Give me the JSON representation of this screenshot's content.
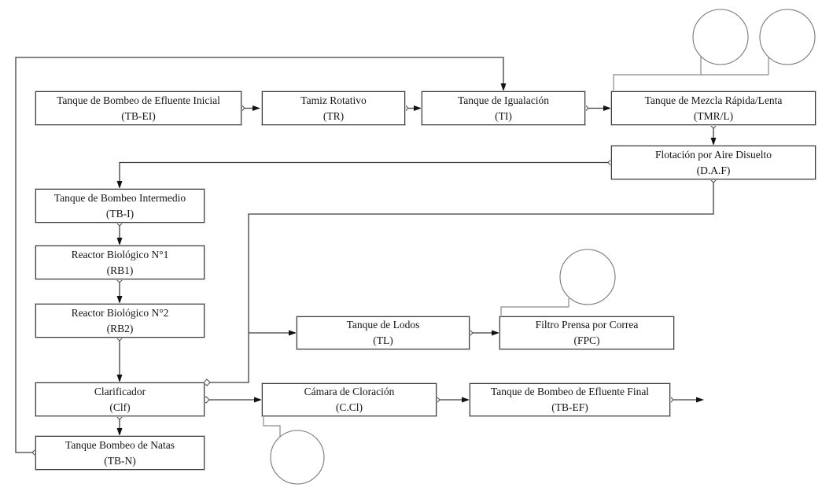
{
  "diagram": {
    "kind": "wastewater-treatment-process-flow-diagram",
    "language": "es",
    "nodes": [
      {
        "id": "TB-EI",
        "label": "Tanque de Bombeo de Efluente Inicial",
        "abbr": "(TB-EI)"
      },
      {
        "id": "TR",
        "label": "Tamiz Rotativo",
        "abbr": "(TR)"
      },
      {
        "id": "TI",
        "label": "Tanque de Igualación",
        "abbr": "(TI)"
      },
      {
        "id": "TMR/L",
        "label": "Tanque de Mezcla Rápida/Lenta",
        "abbr": "(TMR/L)"
      },
      {
        "id": "D.A.F",
        "label": "Flotación por Aire Disuelto",
        "abbr": "(D.A.F)"
      },
      {
        "id": "TB-I",
        "label": "Tanque de Bombeo Intermedio",
        "abbr": "(TB-I)"
      },
      {
        "id": "RB1",
        "label": "Reactor Biológico N°1",
        "abbr": "(RB1)"
      },
      {
        "id": "RB2",
        "label": "Reactor Biológico N°2",
        "abbr": "(RB2)"
      },
      {
        "id": "Clf",
        "label": "Clarificador",
        "abbr": "(Clf)"
      },
      {
        "id": "TB-N",
        "label": "Tanque Bombeo de Natas",
        "abbr": "(TB-N)"
      },
      {
        "id": "TL",
        "label": "Tanque de Lodos",
        "abbr": "(TL)"
      },
      {
        "id": "FPC",
        "label": "Filtro Prensa por Correa",
        "abbr": "(FPC)"
      },
      {
        "id": "C.Cl",
        "label": "Cámara de Cloración",
        "abbr": "(C.Cl)"
      },
      {
        "id": "TB-EF",
        "label": "Tanque de Bombeo de Efluente Final",
        "abbr": "(TB-EF)"
      }
    ],
    "edges": [
      {
        "from": "TB-EI",
        "to": "TR"
      },
      {
        "from": "TR",
        "to": "TI"
      },
      {
        "from": "TI",
        "to": "TMR/L"
      },
      {
        "from": "TMR/L",
        "to": "D.A.F"
      },
      {
        "from": "D.A.F",
        "to": "TB-I"
      },
      {
        "from": "TB-I",
        "to": "RB1"
      },
      {
        "from": "RB1",
        "to": "RB2"
      },
      {
        "from": "RB2",
        "to": "Clf"
      },
      {
        "from": "Clf",
        "to": "TB-N"
      },
      {
        "from": "Clf",
        "to": "C.Cl"
      },
      {
        "from": "C.Cl",
        "to": "TB-EF"
      },
      {
        "from": "TB-EF",
        "to": "effluent-out"
      },
      {
        "from": "TB-N",
        "to": "TI"
      },
      {
        "from": "D.A.F",
        "to": "TL"
      },
      {
        "from": "Clf",
        "to": "TL"
      },
      {
        "from": "TL",
        "to": "FPC"
      },
      {
        "from": "dosing-circles-top",
        "to": "TMR/L"
      },
      {
        "from": "dosing-circle-fpc",
        "to": "FPC"
      },
      {
        "from": "C.Cl",
        "to": "dosing-circle-ccl"
      }
    ],
    "symbols": [
      {
        "name": "circle-tank-symbol-1",
        "attached_to": "TMR/L"
      },
      {
        "name": "circle-tank-symbol-2",
        "attached_to": "TMR/L"
      },
      {
        "name": "circle-tank-symbol-3",
        "attached_to": "FPC"
      },
      {
        "name": "circle-tank-symbol-4",
        "attached_to": "C.Cl"
      }
    ]
  },
  "colors": {
    "background": "#ffffff",
    "line": "#3f3f3f",
    "box_border": "#3c3c3c",
    "text": "#141414",
    "circle_stroke": "#777777"
  }
}
